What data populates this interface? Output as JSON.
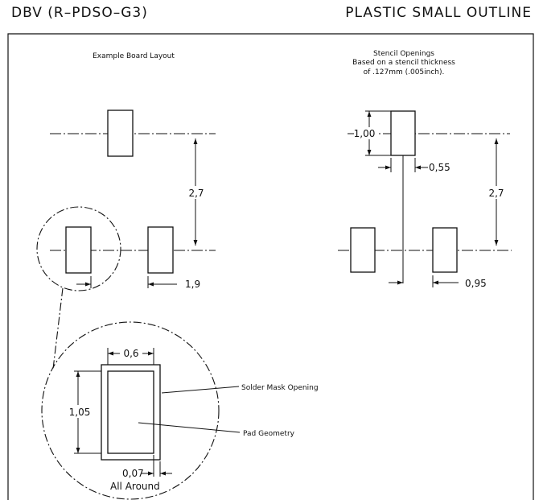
{
  "header": {
    "left": "DBV (R–PDSO–G3)",
    "right": "PLASTIC SMALL OUTLINE"
  },
  "left_panel": {
    "title": "Example Board Layout",
    "dim_pitch": "2,7",
    "dim_spacing": "1,9"
  },
  "right_panel": {
    "title_lines": [
      "Stencil Openings",
      "Based on a stencil thickness",
      "of .127mm (.005inch)."
    ],
    "dim_height": "1,00",
    "dim_width": "0,55",
    "dim_pitch": "2,7",
    "dim_spacing": "0,95"
  },
  "detail": {
    "dim_width": "0,6",
    "dim_height": "1,05",
    "dim_clearance": "0,07",
    "clearance_note": "All Around",
    "callout_mask": "Solder Mask Opening",
    "callout_pad": "Pad Geometry"
  }
}
